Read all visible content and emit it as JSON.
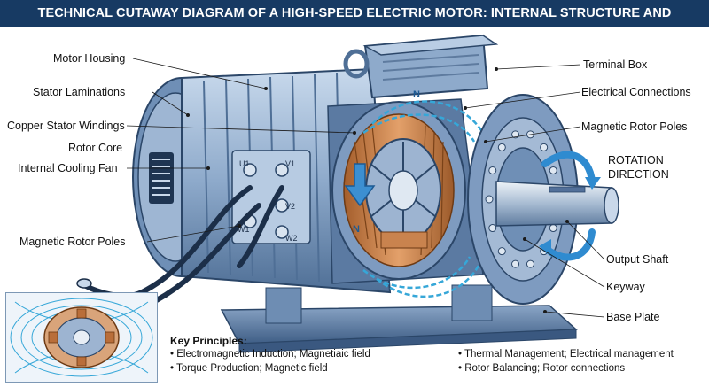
{
  "title": "TECHNICAL CUTAWAY DIAGRAM OF A HIGH-SPEED ELECTRIC MOTOR: INTERNAL STRUCTURE AND PRINCIPLES",
  "labels_left": {
    "motor_housing": "Motor Housing",
    "stator_laminations": "Stator Laminations",
    "copper_stator_windings": "Copper Stator Windings",
    "rotor_core": "Rotor Core",
    "internal_cooling_fan": "Internal Cooling Fan",
    "magnetic_rotor_poles": "Magnetic Rotor Poles"
  },
  "labels_right": {
    "terminal_box": "Terminal Box",
    "electrical_connections": "Electrical Connections",
    "magnetic_rotor_poles": "Magnetic Rotor Poles",
    "rotation_direction_1": "ROTATION",
    "rotation_direction_2": "DIRECTION",
    "output_shaft": "Output Shaft",
    "keyway": "Keyway",
    "base_plate": "Base Plate"
  },
  "terminals": [
    "U1",
    "V1",
    "V2",
    "W1",
    "W2"
  ],
  "pole_markers": [
    "N",
    "N"
  ],
  "key_principles": {
    "heading": "Key Principles:",
    "items": [
      "• Electromagnetic Induction; Magnetiaic field",
      "• Torque Production; Magnetic field",
      "• Thermal Management; Electrical management",
      "• Rotor Balancing; Rotor connections"
    ]
  },
  "colors": {
    "title_bar": "#173a63",
    "housing": "#7f9fc4",
    "housing_dark": "#4d6f98",
    "copper": "#c9834e",
    "flux": "#36a7d8"
  }
}
